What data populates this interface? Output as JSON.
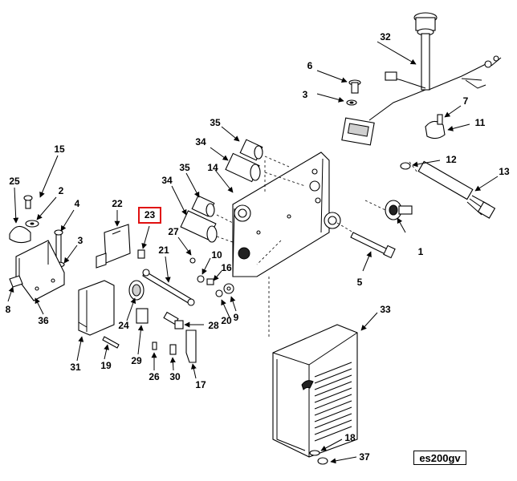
{
  "diagram": {
    "reference_code": "es200gv",
    "highlighted_callout": "23",
    "highlight_color": "#e01010",
    "callouts": [
      {
        "id": "c1",
        "label": "1"
      },
      {
        "id": "c2",
        "label": "2"
      },
      {
        "id": "c3a",
        "label": "3"
      },
      {
        "id": "c3b",
        "label": "3"
      },
      {
        "id": "c4",
        "label": "4"
      },
      {
        "id": "c5",
        "label": "5"
      },
      {
        "id": "c6",
        "label": "6"
      },
      {
        "id": "c7",
        "label": "7"
      },
      {
        "id": "c8",
        "label": "8"
      },
      {
        "id": "c9",
        "label": "9"
      },
      {
        "id": "c10",
        "label": "10"
      },
      {
        "id": "c11",
        "label": "11"
      },
      {
        "id": "c12",
        "label": "12"
      },
      {
        "id": "c13",
        "label": "13"
      },
      {
        "id": "c14",
        "label": "14"
      },
      {
        "id": "c15",
        "label": "15"
      },
      {
        "id": "c16",
        "label": "16"
      },
      {
        "id": "c17",
        "label": "17"
      },
      {
        "id": "c18",
        "label": "18"
      },
      {
        "id": "c19",
        "label": "19"
      },
      {
        "id": "c20",
        "label": "20"
      },
      {
        "id": "c21",
        "label": "21"
      },
      {
        "id": "c22",
        "label": "22"
      },
      {
        "id": "c24",
        "label": "24"
      },
      {
        "id": "c25",
        "label": "25"
      },
      {
        "id": "c26",
        "label": "26"
      },
      {
        "id": "c27",
        "label": "27"
      },
      {
        "id": "c28",
        "label": "28"
      },
      {
        "id": "c29",
        "label": "29"
      },
      {
        "id": "c30",
        "label": "30"
      },
      {
        "id": "c31",
        "label": "31"
      },
      {
        "id": "c32",
        "label": "32"
      },
      {
        "id": "c33",
        "label": "33"
      },
      {
        "id": "c34a",
        "label": "34"
      },
      {
        "id": "c34b",
        "label": "34"
      },
      {
        "id": "c35a",
        "label": "35"
      },
      {
        "id": "c35b",
        "label": "35"
      },
      {
        "id": "c36",
        "label": "36"
      },
      {
        "id": "c37",
        "label": "37"
      }
    ]
  }
}
